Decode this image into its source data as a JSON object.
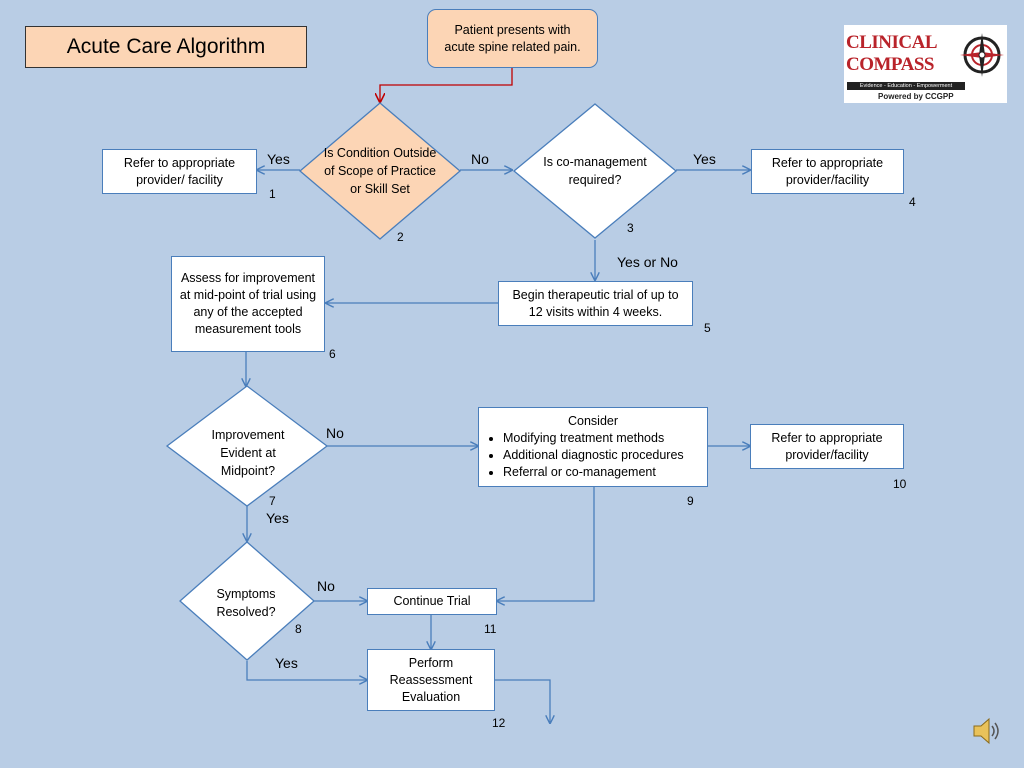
{
  "title": "Acute Care Algorithm",
  "start": "Patient presents with acute spine related pain.",
  "nodes": {
    "n1": "Refer to appropriate provider/ facility",
    "n2": "Is Condition Outside of Scope of Practice or Skill Set",
    "n3": "Is co-management required?",
    "n4": "Refer to appropriate provider/facility",
    "n5": "Begin therapeutic trial of up to 12 visits within 4 weeks.",
    "n6": "Assess for improvement at mid-point of trial using any of the accepted measurement tools",
    "n7": "Improvement Evident at Midpoint?",
    "n8": "Symptoms Resolved?",
    "n9_head": "Consider",
    "n9_items": [
      "Modifying treatment methods",
      "Additional diagnostic procedures",
      "Referral or co-management"
    ],
    "n10": "Refer to appropriate provider/facility",
    "n11": "Continue Trial",
    "n12": "Perform Reassessment Evaluation"
  },
  "numbers": {
    "n1": "1",
    "n2": "2",
    "n3": "3",
    "n4": "4",
    "n5": "5",
    "n6": "6",
    "n7": "7",
    "n8": "8",
    "n9": "9",
    "n10": "10",
    "n11": "11",
    "n12": "12"
  },
  "edge_labels": {
    "yes_2_1": "Yes",
    "no_2_3": "No",
    "yes_3_4": "Yes",
    "yesno_3_5": "Yes or No",
    "no_7_9": "No",
    "yes_7_8": "Yes",
    "no_8_11": "No",
    "yes_8_12": "Yes"
  },
  "logo": {
    "line1": "CLINICAL",
    "line2": "COMPASS",
    "tagline": "Evidence - Education - Empowerment",
    "powered": "Powered by CCGPP"
  },
  "icons": {
    "speaker": "speaker-icon",
    "compass": "compass-icon"
  },
  "colors": {
    "background": "#b9cde5",
    "highlight_fill": "#fcd5b5",
    "line": "#4a7ebb",
    "start_arrow": "#c00000",
    "logo_red": "#b9232a"
  }
}
